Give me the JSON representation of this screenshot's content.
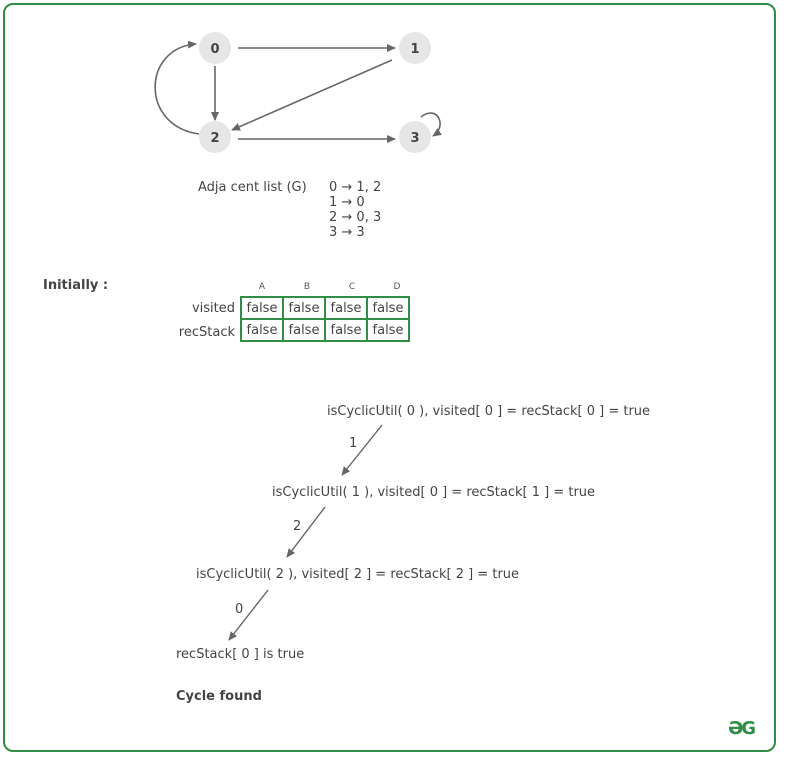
{
  "graph": {
    "nodes": [
      {
        "id": "0",
        "label": "0"
      },
      {
        "id": "1",
        "label": "1"
      },
      {
        "id": "2",
        "label": "2"
      },
      {
        "id": "3",
        "label": "3"
      }
    ],
    "edges": [
      {
        "from": "0",
        "to": "1"
      },
      {
        "from": "0",
        "to": "2"
      },
      {
        "from": "1",
        "to": "2"
      },
      {
        "from": "2",
        "to": "0"
      },
      {
        "from": "2",
        "to": "3"
      },
      {
        "from": "3",
        "to": "3"
      }
    ]
  },
  "adjacency": {
    "title": "Adja cent list  (G)",
    "lines": [
      "0 → 1, 2",
      "1 → 0",
      "2 → 0, 3",
      "3 → 3"
    ]
  },
  "initially_label": "Initially :",
  "table": {
    "columns": [
      "A",
      "B",
      "C",
      "D"
    ],
    "rows": [
      {
        "label": "visited",
        "values": [
          "false",
          "false",
          "false",
          "false"
        ]
      },
      {
        "label": "recStack",
        "values": [
          "false",
          "false",
          "false",
          "false"
        ]
      }
    ]
  },
  "steps": [
    {
      "text": "isCyclicUtil( 0 ), visited[ 0 ] = recStack[ 0 ] = true"
    },
    {
      "edge": "1",
      "text": "isCyclicUtil( 1 ), visited[ 0 ] = recStack[ 1 ] = true"
    },
    {
      "edge": "2",
      "text": "isCyclicUtil( 2 ), visited[ 2 ] = recStack[ 2 ] = true"
    },
    {
      "edge": "0",
      "text": "recStack[ 0 ] is true"
    }
  ],
  "result": "Cycle found",
  "logo_text": "ƏG",
  "colors": {
    "border": "#2f8d46",
    "node_fill": "#e6e6e6",
    "arrow": "#666666",
    "text": "#444444"
  }
}
